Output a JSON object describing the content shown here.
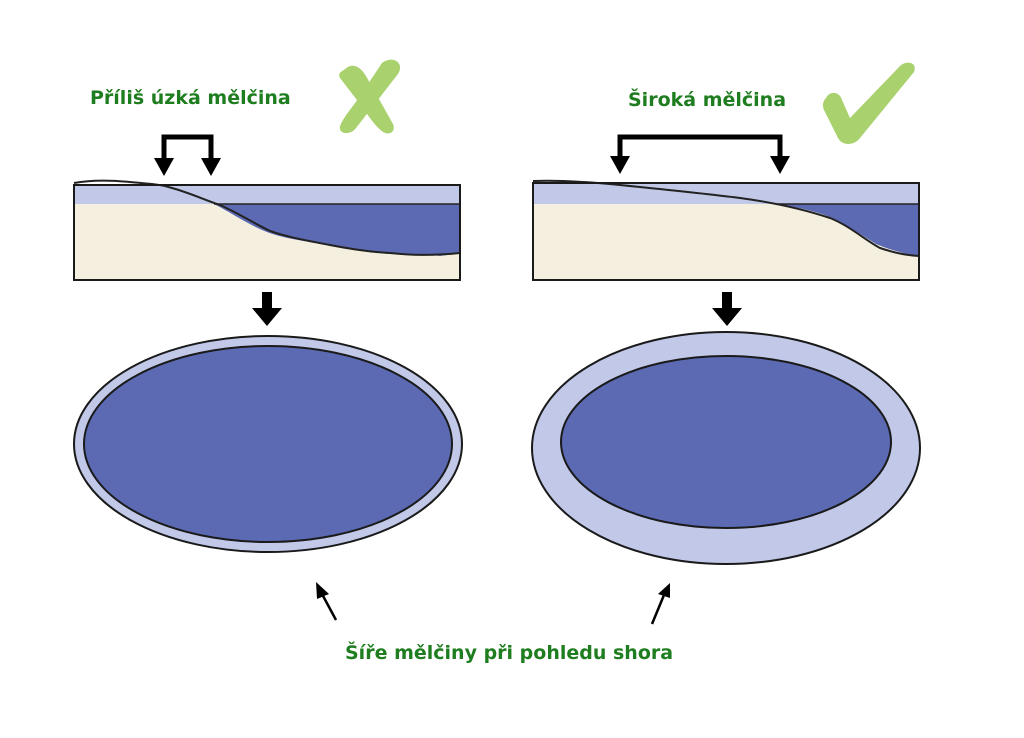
{
  "labels": {
    "narrow": "Příliš úzká mělčina",
    "wide": "Široká mělčina",
    "top_view_width": "Šíře mělčiny při pohledu shora"
  },
  "colors": {
    "deep_water": "#5b6ab2",
    "shallow_water": "#c1c8e8",
    "sand": "#f4efdf",
    "outline": "#1a1a1a",
    "label_green": "#1e7d1e",
    "check_green": "#a9d26e"
  },
  "icons": {
    "wrong": "x-mark-icon",
    "right": "check-mark-icon"
  }
}
